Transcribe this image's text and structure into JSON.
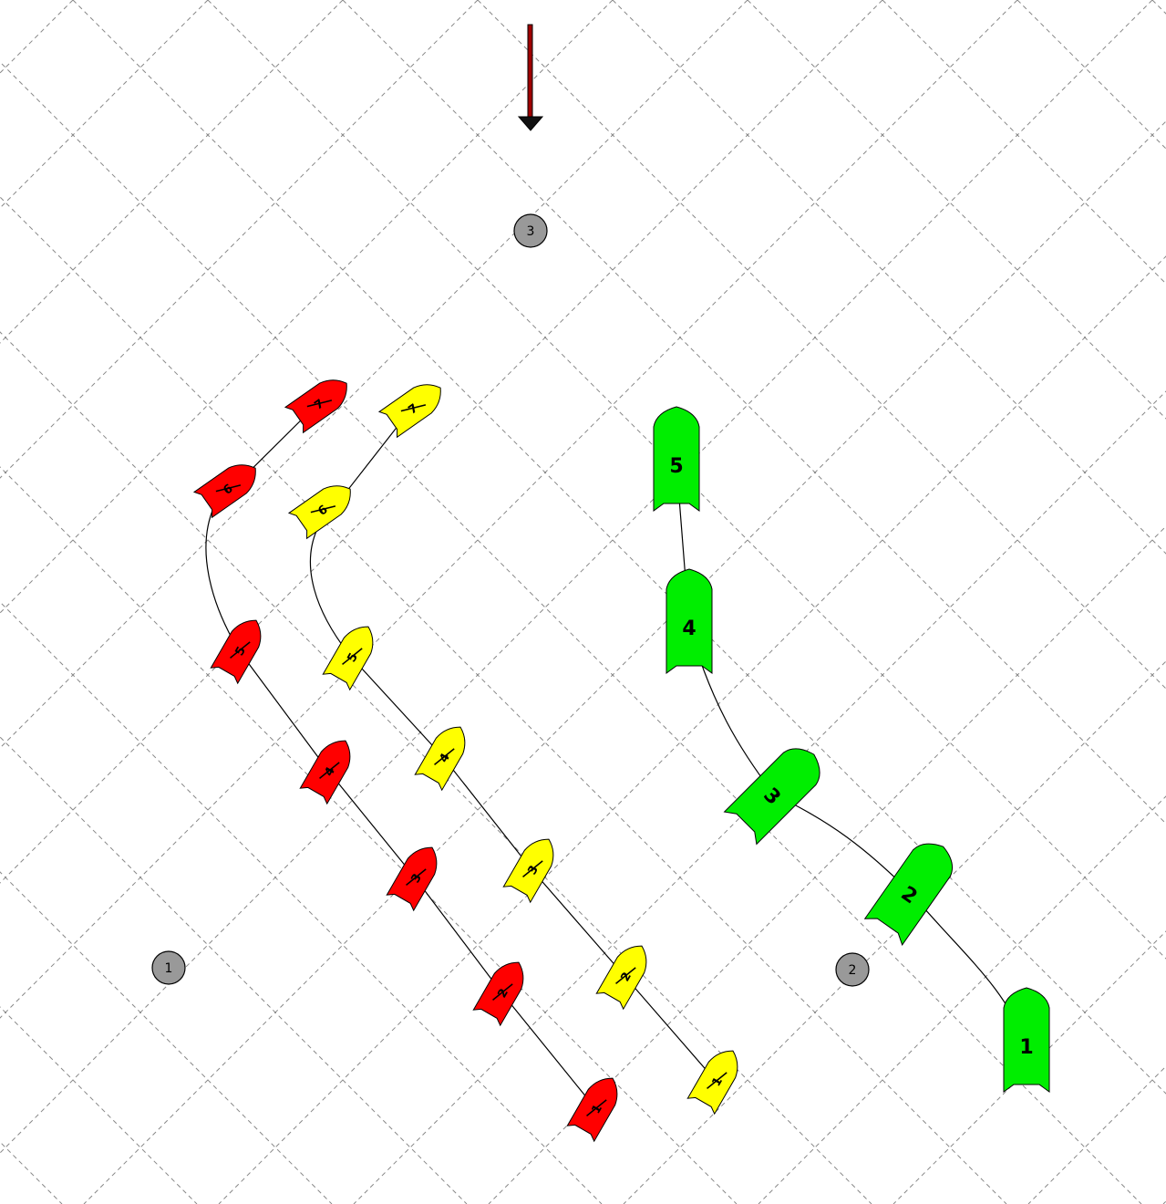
{
  "wind": {
    "icon": "wind-arrow-icon",
    "color": "#a00000"
  },
  "marks": [
    {
      "id": "mark-1",
      "label": "1"
    },
    {
      "id": "mark-2",
      "label": "2"
    },
    {
      "id": "mark-3",
      "label": "3"
    }
  ],
  "colors": {
    "red_boat": "#ff0000",
    "yellow_boat": "#ffff00",
    "green_boat": "#00ee00",
    "mark_fill": "#999999",
    "grid": "#888888"
  },
  "boats": [
    {
      "id": "red",
      "color": "#ff0000",
      "positions": [
        {
          "label": "1"
        },
        {
          "label": "2"
        },
        {
          "label": "3"
        },
        {
          "label": "4"
        },
        {
          "label": "5"
        },
        {
          "label": "6"
        },
        {
          "label": "7"
        }
      ]
    },
    {
      "id": "yellow",
      "color": "#ffff00",
      "positions": [
        {
          "label": "1"
        },
        {
          "label": "2"
        },
        {
          "label": "3"
        },
        {
          "label": "4"
        },
        {
          "label": "5"
        },
        {
          "label": "6"
        },
        {
          "label": "7"
        }
      ]
    },
    {
      "id": "green",
      "color": "#00ee00",
      "positions": [
        {
          "label": "1"
        },
        {
          "label": "2"
        },
        {
          "label": "3"
        },
        {
          "label": "4"
        },
        {
          "label": "5"
        }
      ]
    }
  ]
}
